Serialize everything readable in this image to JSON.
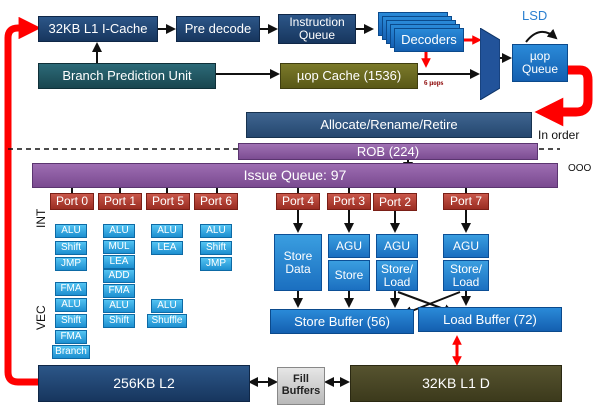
{
  "frontend": {
    "icache": "32KB L1 I-Cache",
    "predecode": "Pre decode",
    "instruction_queue": "Instruction Queue",
    "decoders": "Decoders",
    "lsd": "LSD",
    "uop_queue": "µop Queue",
    "bpu": "Branch Prediction Unit",
    "uop_cache": "µop Cache (1536)",
    "uop_cache_note": "6 µops",
    "allocate": "Allocate/Rename/Retire",
    "in_order": "In order"
  },
  "ooo": {
    "rob": "ROB (224)",
    "issue_queue": "Issue Queue: 97",
    "ooo_label": "OOO",
    "int_label": "INT",
    "vec_label": "VEC"
  },
  "ports": [
    {
      "name": "Port 0",
      "int": [
        "ALU",
        "Shift",
        "JMP"
      ],
      "vec": [
        "FMA",
        "ALU",
        "Shift",
        "FMA",
        "Branch"
      ]
    },
    {
      "name": "Port 1",
      "int": [
        "ALU",
        "MUL",
        "LEA",
        "ADD"
      ],
      "vec": [
        "FMA",
        "ALU",
        "Shift"
      ]
    },
    {
      "name": "Port 5",
      "int": [
        "ALU",
        "LEA"
      ],
      "vec": [
        "ALU",
        "Shuffle"
      ]
    },
    {
      "name": "Port 6",
      "int": [
        "ALU",
        "Shift",
        "JMP"
      ],
      "vec": []
    },
    {
      "name": "Port 4",
      "units": [
        "Store Data"
      ]
    },
    {
      "name": "Port 3",
      "units": [
        "AGU",
        "Store"
      ]
    },
    {
      "name": "Port 2",
      "units": [
        "AGU",
        "Store/ Load"
      ]
    },
    {
      "name": "Port 7",
      "units": [
        "AGU",
        "Store/ Load"
      ]
    }
  ],
  "memory": {
    "store_buffer": "Store Buffer (56)",
    "load_buffer": "Load Buffer (72)",
    "l2": "256KB L2",
    "fill_buffers": "Fill Buffers",
    "l1d": "32KB L1 D"
  },
  "colors": {
    "arrow_red": "#ff0000",
    "navy": "#1d3f6b",
    "olive": "#6b6a20",
    "issue_purple": "#8c5aa3",
    "port_red": "#b03a2e",
    "unit_blue": "#2a8ad8"
  }
}
